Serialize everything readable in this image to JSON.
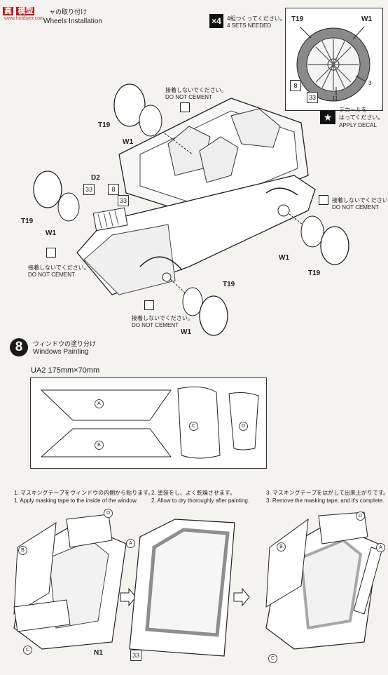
{
  "header": {
    "logo_text": "高",
    "logo_sub": "模型",
    "watermark": "www.hobbyer.com",
    "step7_title_jp": "ャの取り付け",
    "step7_title_en": "Wheels Installation"
  },
  "sets": {
    "badge": "×4",
    "jp": "4組つくってください。",
    "en": "4 SETS NEEDED"
  },
  "detail_wheel": {
    "labels": {
      "t19": "T19",
      "w1": "W1",
      "p3": "3",
      "p8": "8",
      "p33": "33",
      "p11": "11"
    }
  },
  "decal": {
    "jp1": "デカールを",
    "jp2": "はってください。",
    "en": "APPLY DECAL"
  },
  "cement_notes": {
    "jp": "接着しないでください。",
    "en": "DO NOT CEMENT"
  },
  "parts": {
    "T19": "T19",
    "W1": "W1",
    "D2": "D2",
    "n33": "33",
    "n8": "8",
    "N1": "N1"
  },
  "step8": {
    "number": "8",
    "title_jp": "ウィンドウの塗り分け",
    "title_en": "Windows Painting",
    "sheet_label": "UA2  175mm×70mm",
    "pieces": [
      "A",
      "B",
      "C",
      "D"
    ]
  },
  "instructions": [
    {
      "jp": "1. マスキングテープをウィンドウの内側から貼ります。",
      "en": "1. Apply masking tape to the inside of the window."
    },
    {
      "jp": "2. 塗装をし、よく乾燥させます。",
      "en": "2. Allow to dry thoroughly after painting."
    },
    {
      "jp": "3. マスキングテープをはがして出来上がりです。",
      "en": "3. Remove the masking tape, and it's complete."
    }
  ],
  "bottom_labels": {
    "A": "A",
    "B": "B",
    "C": "C",
    "D": "D",
    "N1": "N1",
    "n33": "33"
  }
}
